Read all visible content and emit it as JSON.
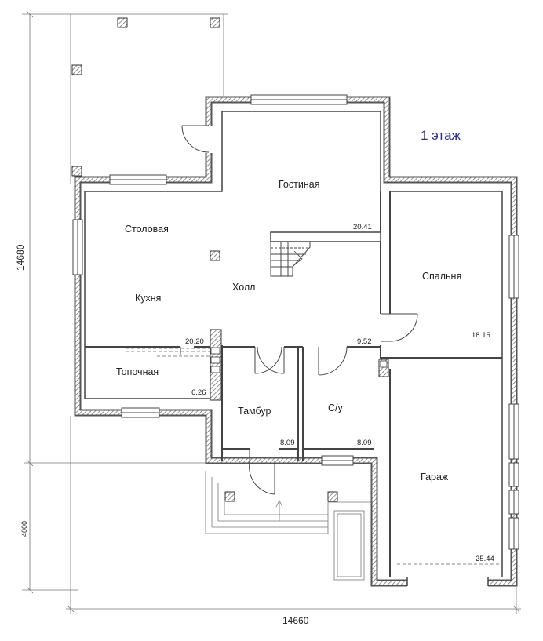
{
  "floor_title": "1 этаж",
  "rooms": [
    {
      "name": "Гостиная",
      "area": "20.41"
    },
    {
      "name": "Столовая",
      "area": ""
    },
    {
      "name": "Кухня",
      "area": "20.20"
    },
    {
      "name": "Холл",
      "area": "9.52"
    },
    {
      "name": "Спальня",
      "area": "18.15"
    },
    {
      "name": "Топочная",
      "area": "6.26"
    },
    {
      "name": "Тамбур",
      "area": "8.09"
    },
    {
      "name": "С/у",
      "area": "8.09"
    },
    {
      "name": "Гараж",
      "area": "25.44"
    }
  ],
  "dimensions": {
    "total_height": "14680",
    "total_width": "14660",
    "terrace_depth": "4000"
  },
  "colors": {
    "wall": "#555555",
    "hatch": "#777777",
    "line": "#444444",
    "title": "#2d2f8a"
  }
}
